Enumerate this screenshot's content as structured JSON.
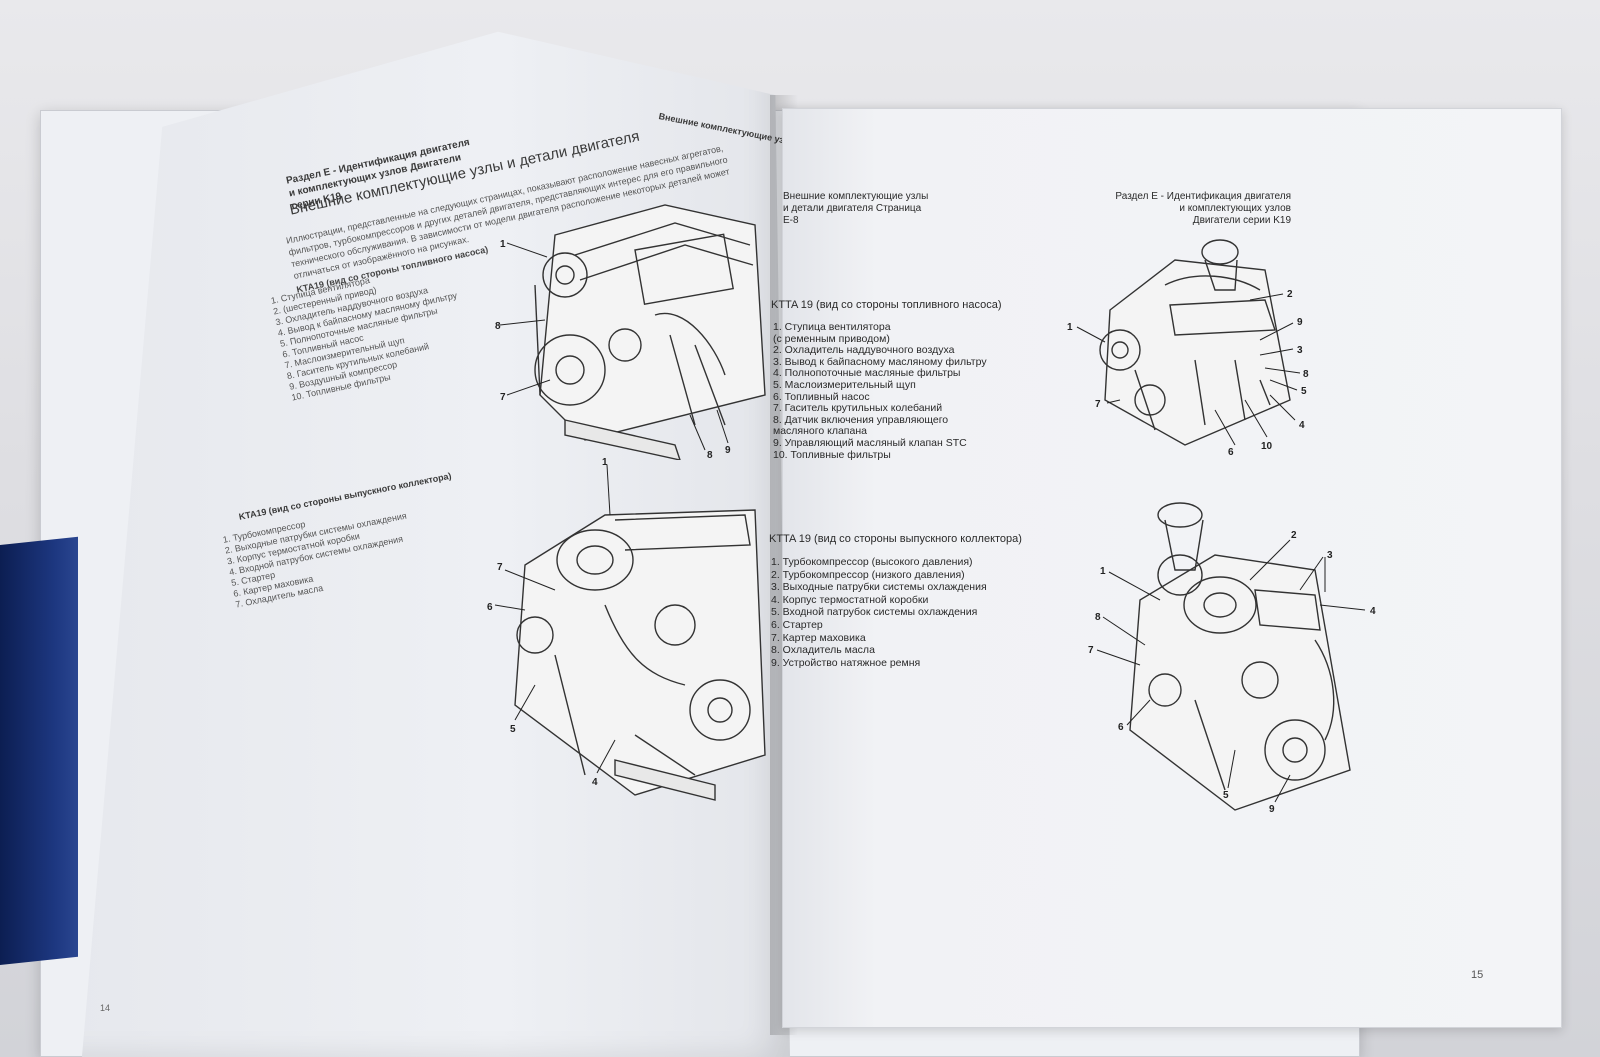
{
  "left_page": {
    "header_top_right": "Внешние комплектующие узлы и детали двигателя Страница",
    "header": "Раздел E - Идентификация двигателя и комплектующих узлов Двигатели серии K19",
    "title": "Внешние комплектующие узлы и детали двигателя",
    "intro": "Иллюстрации, представленные на следующих страницах, показывают расположение навесных агрегатов, фильтров, турбокомпрессоров и других деталей двигателя, представляющих интерес для его правильного технического обслуживания. В зависимости от модели двигателя расположение некоторых деталей может отличаться от изображённого на рисунках.",
    "view1_title": "KTA19 (вид со стороны топливного насоса)",
    "view1_items": [
      "1. Ступица вентилятора",
      "2. (шестеренный привод)",
      "3. Охладитель наддувочного воздуха",
      "4. Вывод к байпасному масляному фильтру",
      "5. Полнопоточные масляные фильтры",
      "6. Топливный насос",
      "7. Маслоизмерительный щуп",
      "8. Гаситель крутильных колебаний",
      "9. Воздушный компрессор",
      "10. Топливные фильтры"
    ],
    "view2_title": "KTA19 (вид со стороны выпускного коллектора)",
    "view2_items": [
      "1. Турбокомпрессор",
      "2. Выходные патрубки системы охлаждения",
      "3. Корпус термостатной коробки",
      "4. Входной патрубок системы охлаждения",
      "5. Стартер",
      "6. Картер маховика",
      "7. Охладитель масла"
    ],
    "page_number": "14"
  },
  "right_page": {
    "header_left": [
      "Внешние комплектующие узлы",
      "и детали двигателя Страница",
      "E-8"
    ],
    "header_right": [
      "Раздел E - Идентификация двигателя",
      "и комплектующих узлов",
      "Двигатели серии K19"
    ],
    "view1_title": "KTTA 19 (вид со стороны топливного насоса)",
    "view1_items": [
      "1. Ступица вентилятора",
      "(с ременным приводом)",
      "2. Охладитель наддувочного воздуха",
      "3. Вывод к байпасному масляному фильтру",
      "4. Полнопоточные масляные фильтры",
      "5. Маслоизмерительный щуп",
      "6. Топливный насос",
      "7. Гаситель крутильных колебаний",
      "8. Датчик включения управляющего",
      "масляного клапана",
      "9. Управляющий масляный клапан STC",
      "10. Топливные фильтры"
    ],
    "view2_title": "KTTA 19 (вид со стороны выпускного коллектора)",
    "view2_items": [
      "1. Турбокомпрессор (высокого давления)",
      "2. Турбокомпрессор (низкого давления)",
      "3. Выходные патрубки системы охлаждения",
      "4. Корпус термостатной коробки",
      "5. Входной патрубок системы охлаждения",
      "6. Стартер",
      "7. Картер маховика",
      "8. Охладитель масла",
      "9. Устройство натяжное ремня"
    ],
    "page_number": "15"
  },
  "callouts": {
    "left_top": [
      "1",
      "8",
      "7",
      "8",
      "9"
    ],
    "left_bottom": [
      "1",
      "7",
      "6",
      "5",
      "4"
    ],
    "right_top": [
      "1",
      "2",
      "9",
      "3",
      "8",
      "5",
      "4",
      "7",
      "6",
      "10"
    ],
    "right_bottom": [
      "1",
      "2",
      "3",
      "4",
      "8",
      "7",
      "6",
      "5",
      "9"
    ]
  }
}
